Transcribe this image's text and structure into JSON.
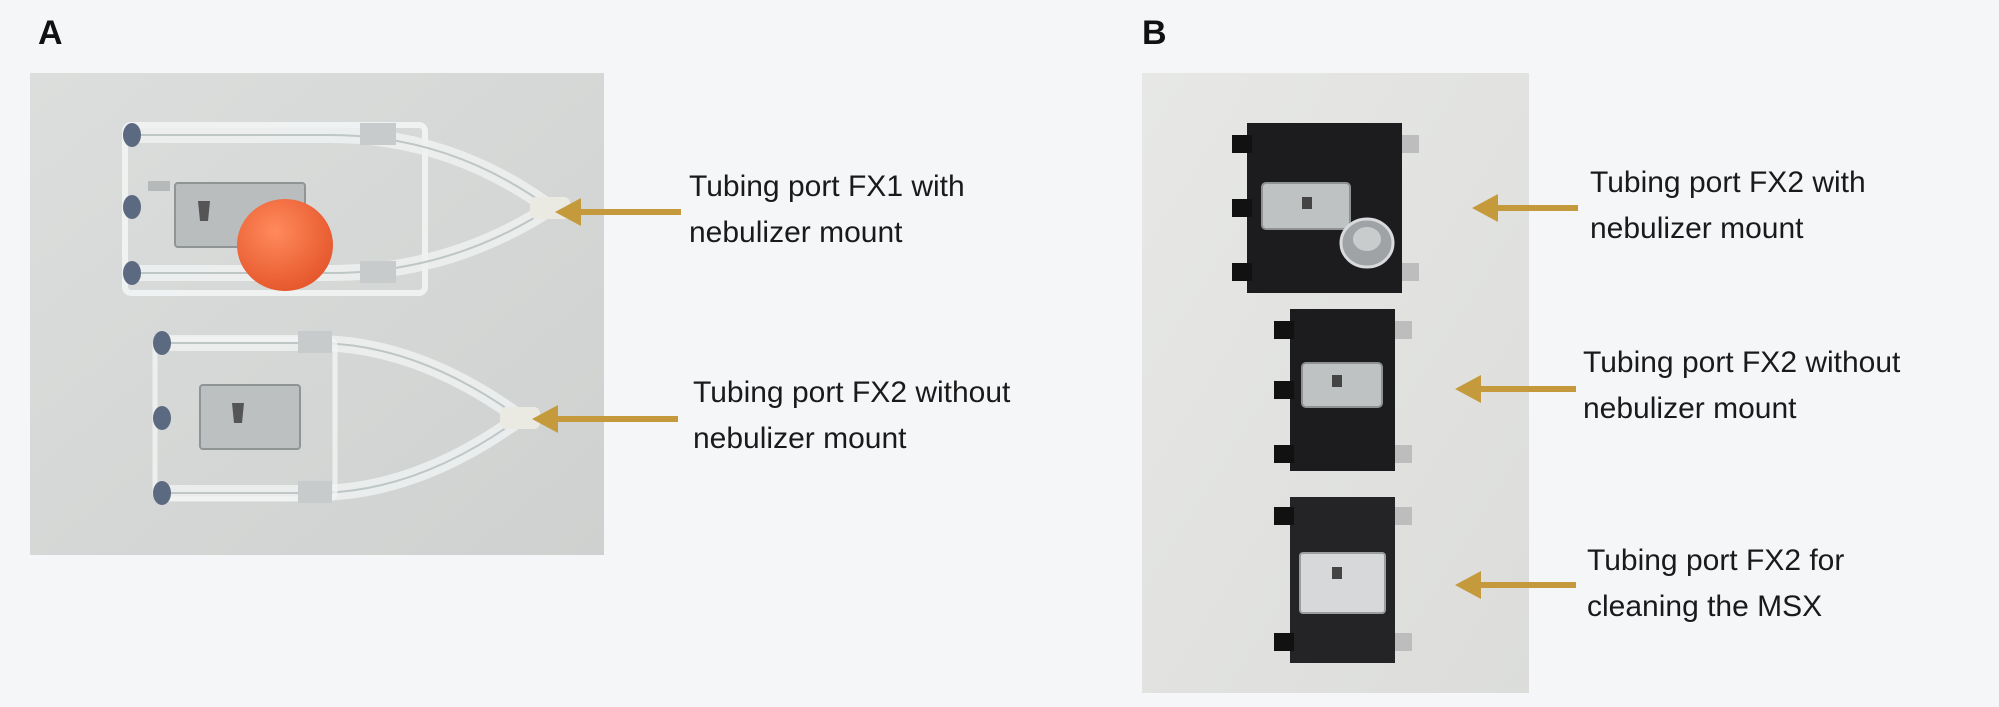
{
  "panels": [
    {
      "label": "A"
    },
    {
      "label": "B"
    }
  ],
  "captions": [
    {
      "line1": "Tubing port FX1 with",
      "line2": "nebulizer mount"
    },
    {
      "line1": "Tubing port FX2 without",
      "line2": "nebulizer mount"
    },
    {
      "line1": "Tubing port FX2 with",
      "line2": "nebulizer mount"
    },
    {
      "line1": "Tubing port FX2 without",
      "line2": "nebulizer mount"
    },
    {
      "line1": "Tubing port FX2 for",
      "line2": "cleaning the MSX"
    }
  ],
  "colors": {
    "arrow": "#c49a3c",
    "background": "#f5f6f8",
    "photo_a_bg": "#d7d9d8",
    "photo_b_bg": "#e3e4e2",
    "nebulizer_cap": "#f06a3a",
    "block_black": "#1c1c1e"
  }
}
